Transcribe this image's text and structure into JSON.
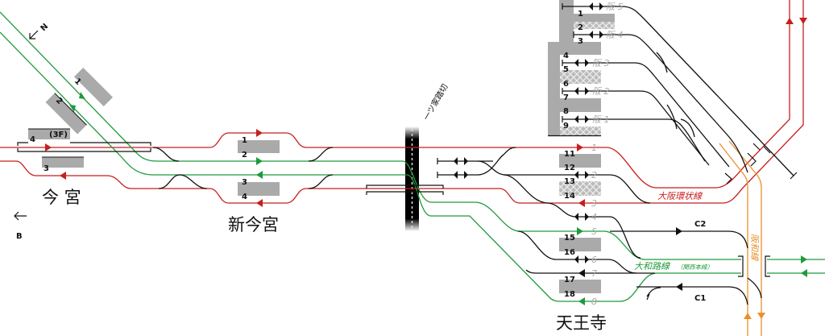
{
  "compass": {
    "north": "N",
    "direction_b": "B"
  },
  "stations": {
    "imamiya": {
      "name": "今 宮",
      "platforms": [
        "1",
        "2",
        "3",
        "4"
      ],
      "floor_note": "(3F)"
    },
    "shin_imamiya": {
      "name": "新今宮",
      "platforms": [
        "1",
        "2",
        "3",
        "4"
      ]
    },
    "tennoji": {
      "name": "天王寺",
      "platforms": [
        "1",
        "2",
        "3",
        "4",
        "5",
        "6",
        "7",
        "8",
        "9",
        "11",
        "12",
        "13",
        "14",
        "15",
        "16",
        "17",
        "18"
      ]
    }
  },
  "tennoji_tracks": [
    "1",
    "2",
    "3",
    "4",
    "5",
    "6",
    "7",
    "8"
  ],
  "hanwa_bay_tracks": [
    "阪 5",
    "阪 4",
    "阪 3",
    "阪 2",
    "阪 1"
  ],
  "lines": {
    "osaka_loop": "大阪環状線",
    "yamatoji": "大和路線",
    "kansai_main": "（関西本線）",
    "hanwa": "阪和線"
  },
  "level_crossing": "一ツ家踏切",
  "routes": {
    "c1": "C1",
    "c2": "C2"
  },
  "colors": {
    "osaka_loop": "#c81e1e",
    "yamatoji": "#1f9a3c",
    "hanwa": "#e8912a",
    "other": "#111111",
    "platform": "#aaaaaa"
  }
}
